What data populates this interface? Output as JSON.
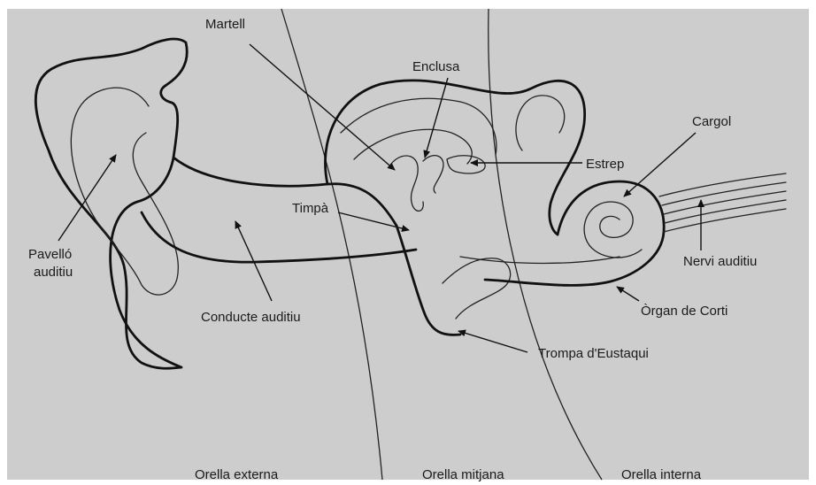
{
  "colors": {
    "background": "#cdcdcd",
    "line": "#111111",
    "border": "#ffffff"
  },
  "labels": {
    "martell": "Martell",
    "enclusa": "Enclusa",
    "estrep": "Estrep",
    "cargol": "Cargol",
    "timpa": "Timpà",
    "pavello_line1": "Pavelló",
    "pavello_line2": "auditiu",
    "conducte": "Conducte auditiu",
    "nervi": "Nervi auditiu",
    "organ": "Òrgan de Corti",
    "trompa": "Trompa d'Eustaqui"
  },
  "regions": {
    "externa": "Orella externa",
    "mitjana": "Orella mitjana",
    "interna": "Orella interna"
  }
}
